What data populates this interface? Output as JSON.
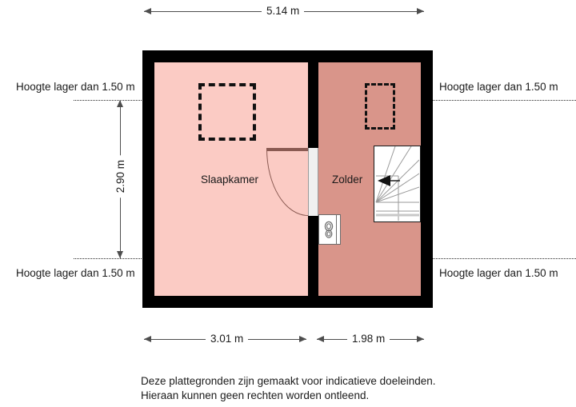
{
  "plan": {
    "type": "floor-plan",
    "rooms": [
      {
        "id": "bedroom",
        "label": "Slaapkamer",
        "fill": "#fbcbc4"
      },
      {
        "id": "attic",
        "label": "Zolder",
        "fill": "#d9958a"
      }
    ],
    "dimensions": {
      "top": {
        "value": "5.14 m",
        "unit": "m",
        "number": 5.14
      },
      "left_vertical": {
        "value": "2.90 m",
        "unit": "m",
        "number": 2.9
      },
      "bottom_left": {
        "value": "3.01 m",
        "unit": "m",
        "number": 3.01
      },
      "bottom_right": {
        "value": "1.98 m",
        "unit": "m",
        "number": 1.98
      }
    },
    "height_notes": {
      "top_left": "Hoogte lager dan 1.50 m",
      "top_right": "Hoogte lager dan 1.50 m",
      "bottom_left": "Hoogte lager dan 1.50 m",
      "bottom_right": "Hoogte lager dan 1.50 m"
    },
    "fixtures": {
      "staircase": "staircase-icon",
      "toilet": "toilet-icon",
      "door": "door-swing-icon",
      "roof_window_left": "roof-window-icon",
      "roof_window_right": "roof-window-icon"
    },
    "colors": {
      "bedroom_fill": "#fbcbc4",
      "attic_fill": "#d9958a",
      "wall": "#000000",
      "dimension_line": "#4d4d4d",
      "door_arc": "#8a5a52"
    }
  },
  "footer": {
    "line1": "Deze plattegronden zijn gemaakt voor indicatieve doeleinden.",
    "line2": "Hieraan kunnen geen rechten worden ontleend."
  }
}
